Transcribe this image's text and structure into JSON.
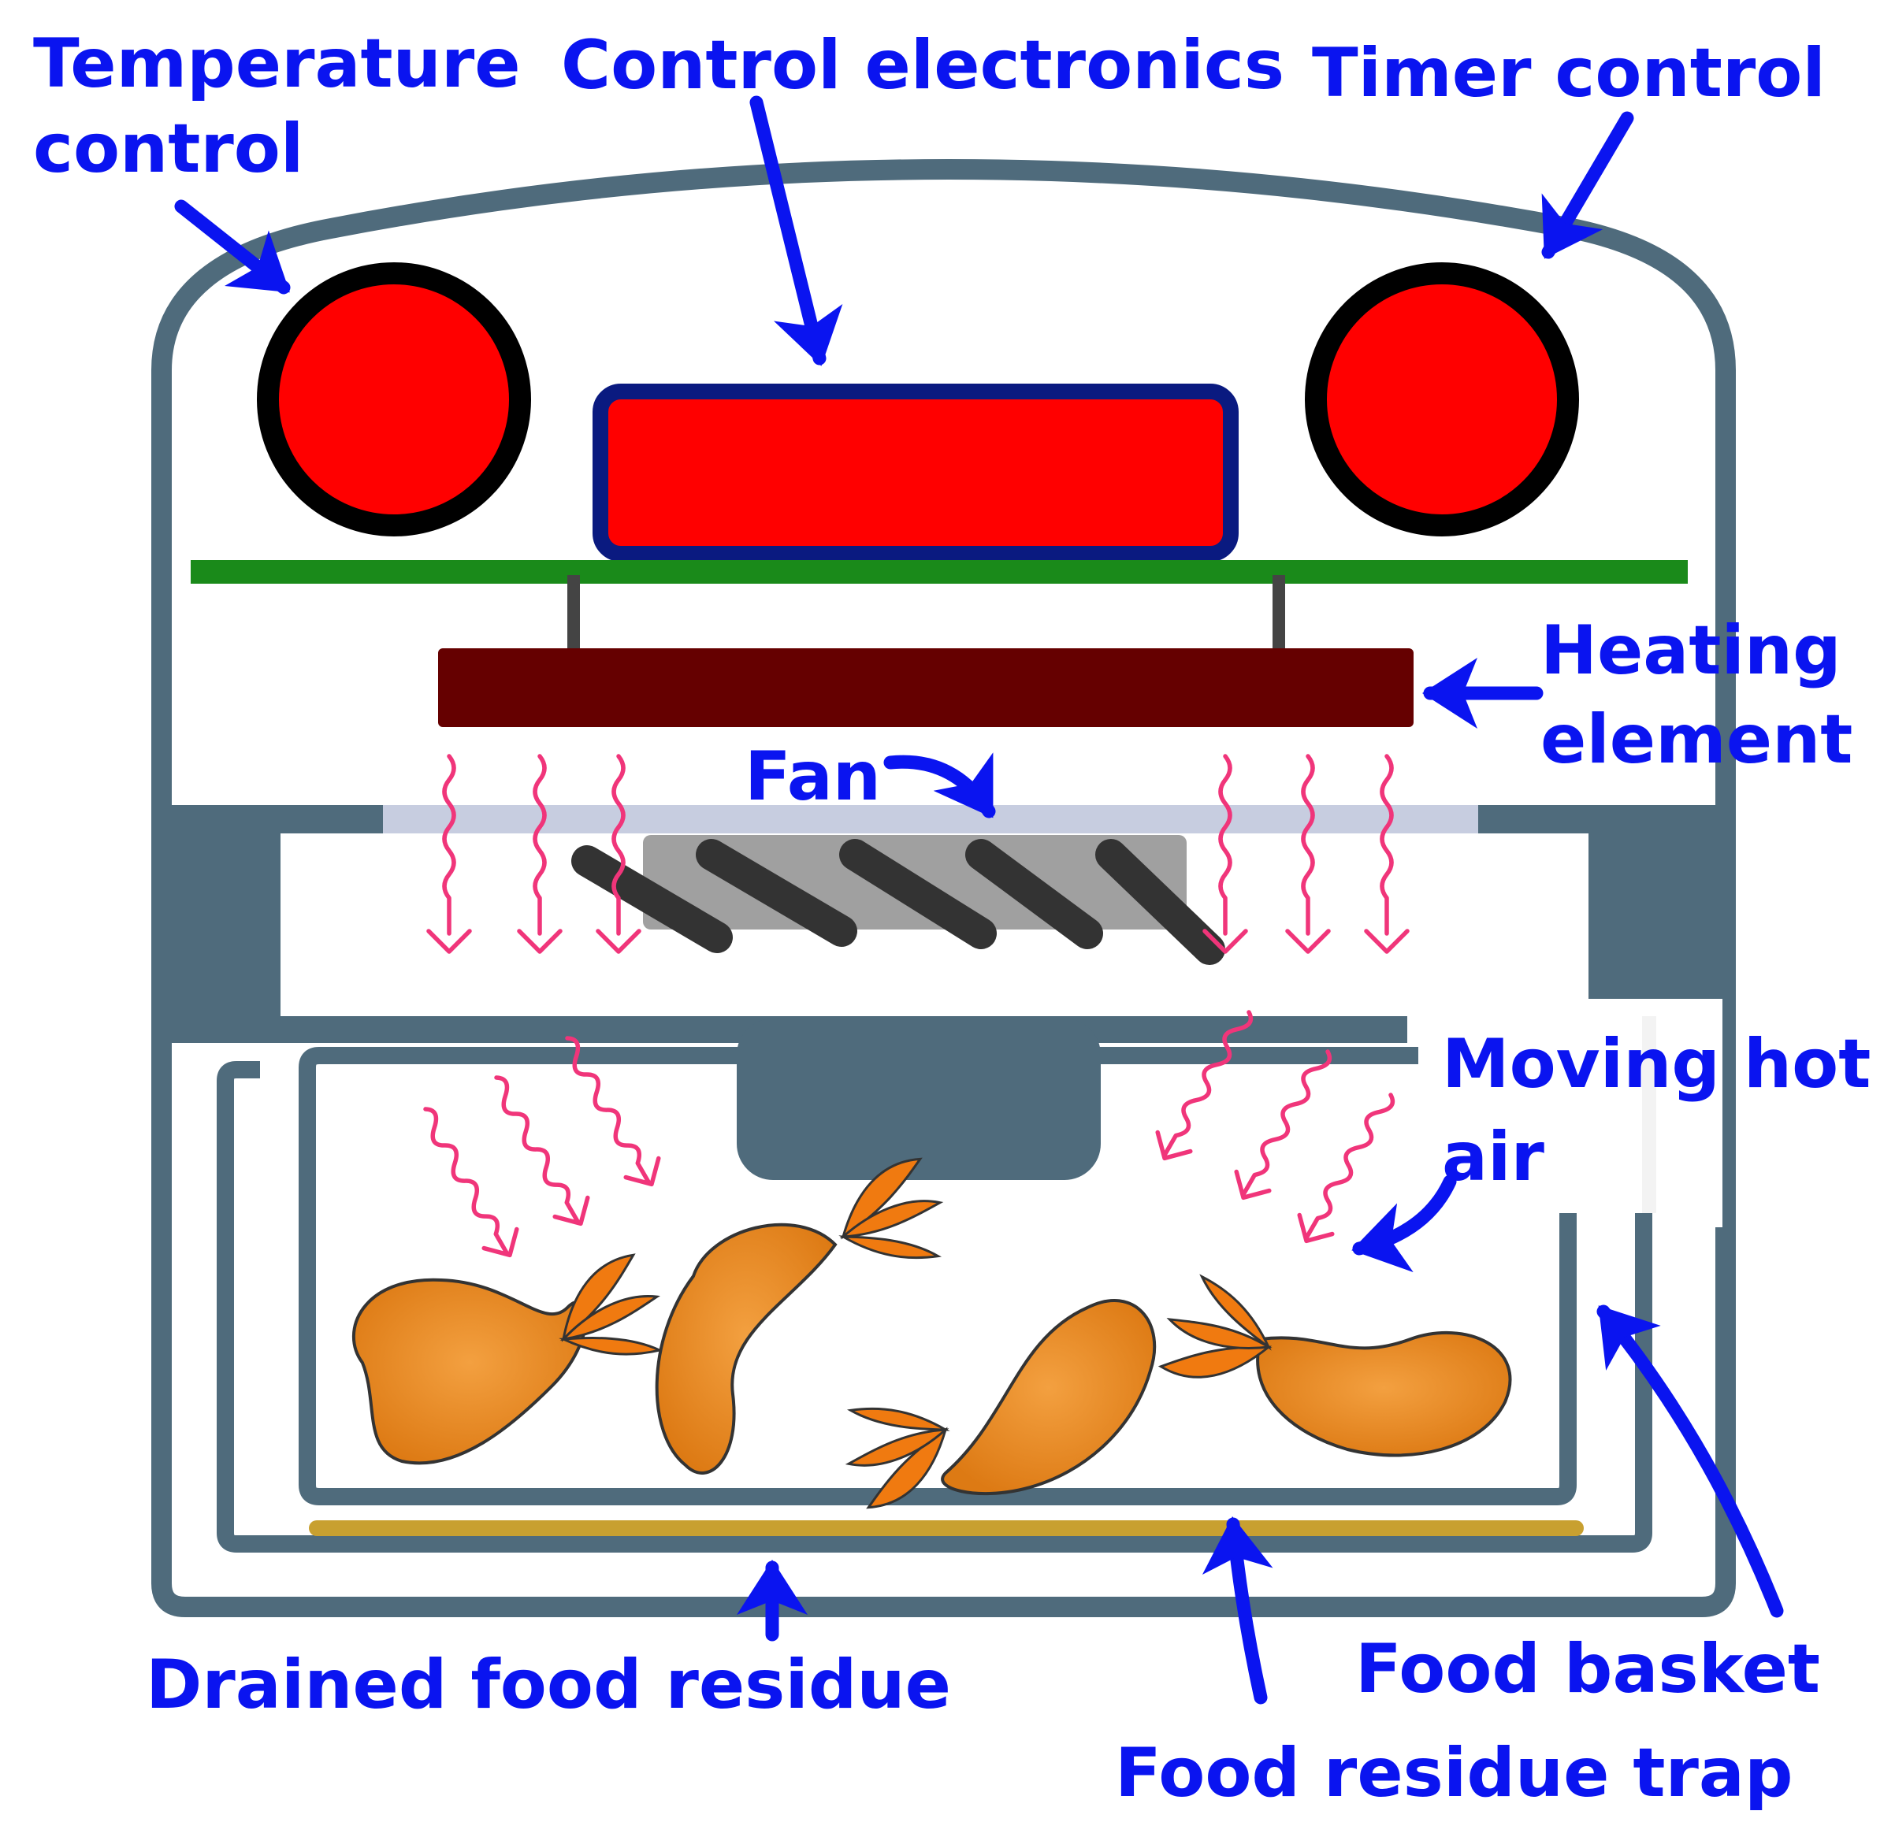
{
  "labels": {
    "temperature_control_1": "Temperature",
    "temperature_control_2": "control",
    "control_electronics": "Control electronics",
    "timer_control": "Timer control",
    "heating_element_1": "Heating",
    "heating_element_2": "element",
    "fan": "Fan",
    "moving_hot_air_1": "Moving hot",
    "moving_hot_air_2": "air",
    "drained_food_residue": "Drained food residue",
    "food_basket": "Food basket",
    "food_residue_trap": "Food residue trap"
  },
  "colors": {
    "label_blue": "#0a14f0",
    "housing": "#4f6b7c",
    "knob_red": "#ff0000",
    "circuit_board": "#1a8a1a",
    "heating_element": "#650000",
    "hot_air": "#f0357a",
    "fan_body": "#a0a0a0",
    "residue": "#c8a030",
    "shrimp": "#ea8a1e"
  }
}
